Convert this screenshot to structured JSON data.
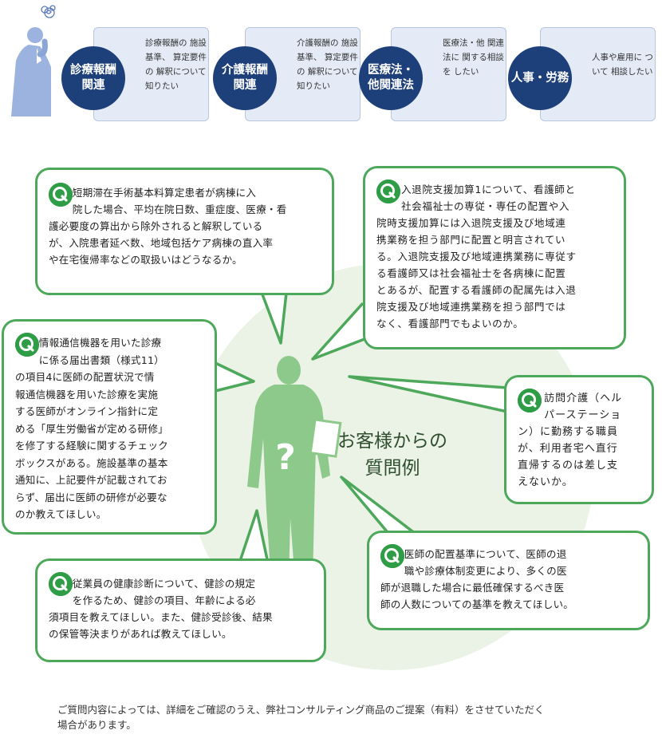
{
  "categories": [
    {
      "title": "診療報酬\n関連",
      "desc": "診療報酬の\n施設基準、\n算定要件の\n解釈について\n知りたい"
    },
    {
      "title": "介護報酬\n関連",
      "desc": "介護報酬の\n施設基準、\n算定要件の\n解釈について\n知りたい"
    },
    {
      "title": "医療法・\n他関連法",
      "desc": "医療法・他\n関連法に\n関する相談を\nしたい"
    },
    {
      "title": "人事・労務",
      "desc": "人事や雇用に\nついて\n相談したい"
    }
  ],
  "center_title": "お客様からの\n質問例",
  "figure_mark": "?",
  "questions": [
    {
      "text": "　　 短期滞在手術基本料算定患者が病棟に入\n　　 院した場合、平均在院日数、重症度、医療・看\n護必要度の算出から除外されると解釈している\nが、入院患者延べ数、地域包括ケア病棟の直入率\nや在宅復帰率などの取扱いはどうなるか。"
    },
    {
      "text": "　　 入退院支援加算1について、看護師と\n　　 社会福祉士の専従・専任の配置や入\n院時支援加算には入退院支援及び地域連\n携業務を担う部門に配置と明言されてい\nる。入退院支援及び地域連携業務に専従す\nる看護師又は社会福祉士を各病棟に配置\nとあるが、配置する看護師の配属先は入退\n院支援及び地域連携業務を担う部門では\nなく、看護部門でもよいのか。"
    },
    {
      "text": "　　 情報通信機器を用いた診療\n　　 に係る届出書類（様式11）\nの項目4に医師の配置状況で情\n報通信機器を用いた診療を実施\nする医師がオンライン指針に定\nめる「厚生労働省が定める研修」\nを修了する経験に関するチェック\nボックスがある。施設基準の基本\n通知に、上記要件が記載されてお\nらず、届出に医師の研修が必要な\nのか教えてほしい。"
    },
    {
      "text": "　　 訪問介護（ヘル\n　　 パーステーショ\nン）に勤務する職員\nが、利用者宅へ直行\n直帰するのは差し支\nえないか。"
    },
    {
      "text": "　　 医師の配置基準について、医師の退\n　　 職や診療体制変更により、多くの医\n師が退職した場合に最低確保するべき医\n師の人数についての基準を教えてほしい。"
    },
    {
      "text": "　　 従業員の健康診断について、健診の規定\n　　 を作るため、健診の項目、年齢による必\n須項目を教えてほしい。また、健診受診後、結果\nの保管等決まりがあれば教えてほしい。"
    }
  ],
  "footer": "ご質問内容によっては、詳細をご確認のうえ、弊社コンサルティング商品のご提案（有料）をさせていただく\n場合があります。",
  "colors": {
    "navy": "#1d3f7a",
    "card": "#e4ebf7",
    "green": "#4ea85b",
    "figure": "#8ec98c"
  }
}
